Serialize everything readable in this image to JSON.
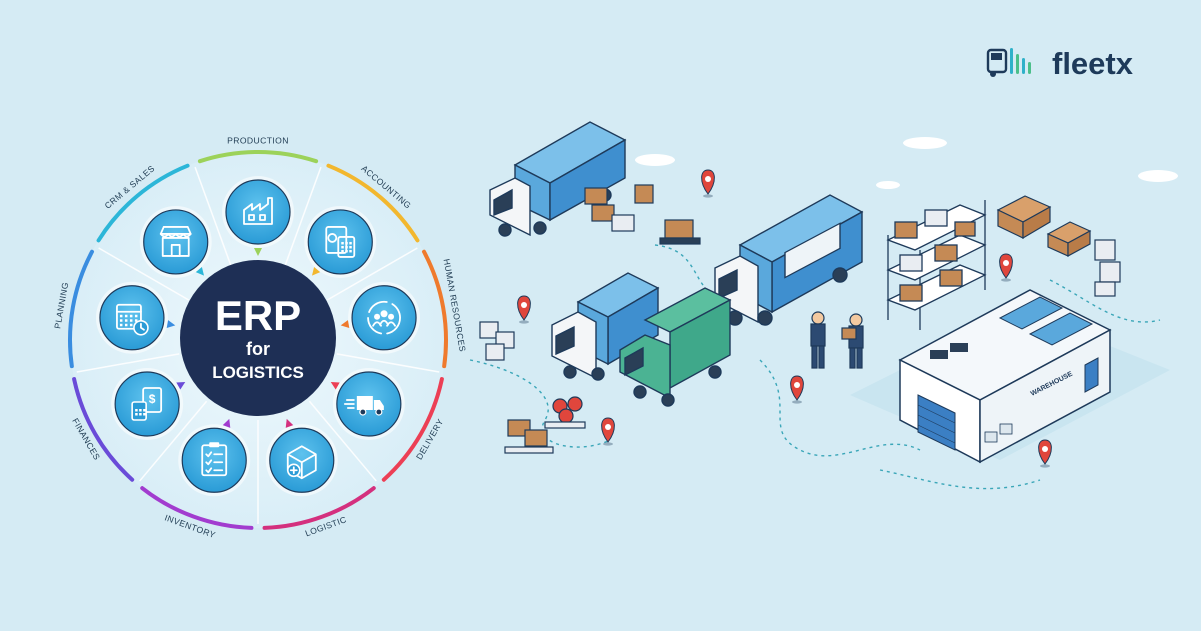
{
  "brand": {
    "name": "fleetx",
    "logo_icon": "truck-bars-logo-icon"
  },
  "erp": {
    "title": "ERP",
    "subtitle_for": "for",
    "subtitle_main": "LOGISTICS"
  },
  "modules": [
    {
      "label": "PRODUCTION",
      "icon": "factory-icon"
    },
    {
      "label": "ACCOUNTING",
      "icon": "accounting-report-icon"
    },
    {
      "label": "HUMAN RESOURCES",
      "icon": "people-cycle-icon"
    },
    {
      "label": "DELIVERY",
      "icon": "delivery-truck-icon"
    },
    {
      "label": "LOGISTIC",
      "icon": "package-box-icon"
    },
    {
      "label": "INVENTORY",
      "icon": "clipboard-checklist-icon"
    },
    {
      "label": "FINANCES",
      "icon": "finance-calculator-icon"
    },
    {
      "label": "PLANNING",
      "icon": "calendar-clock-icon"
    },
    {
      "label": "CRM & SALES",
      "icon": "storefront-icon"
    }
  ],
  "ring_colors": [
    "#9cd25a",
    "#f2b72e",
    "#ef7a2d",
    "#ec3f55",
    "#d4307e",
    "#a23ccf",
    "#6a4bd8",
    "#3a8de0",
    "#2cb6d8"
  ],
  "illustration": {
    "warehouse_label": "WAREHOUSE",
    "accent_truck": "#5aa8dc",
    "accent_van": "#3fa88a",
    "pin_color": "#e0463c"
  }
}
